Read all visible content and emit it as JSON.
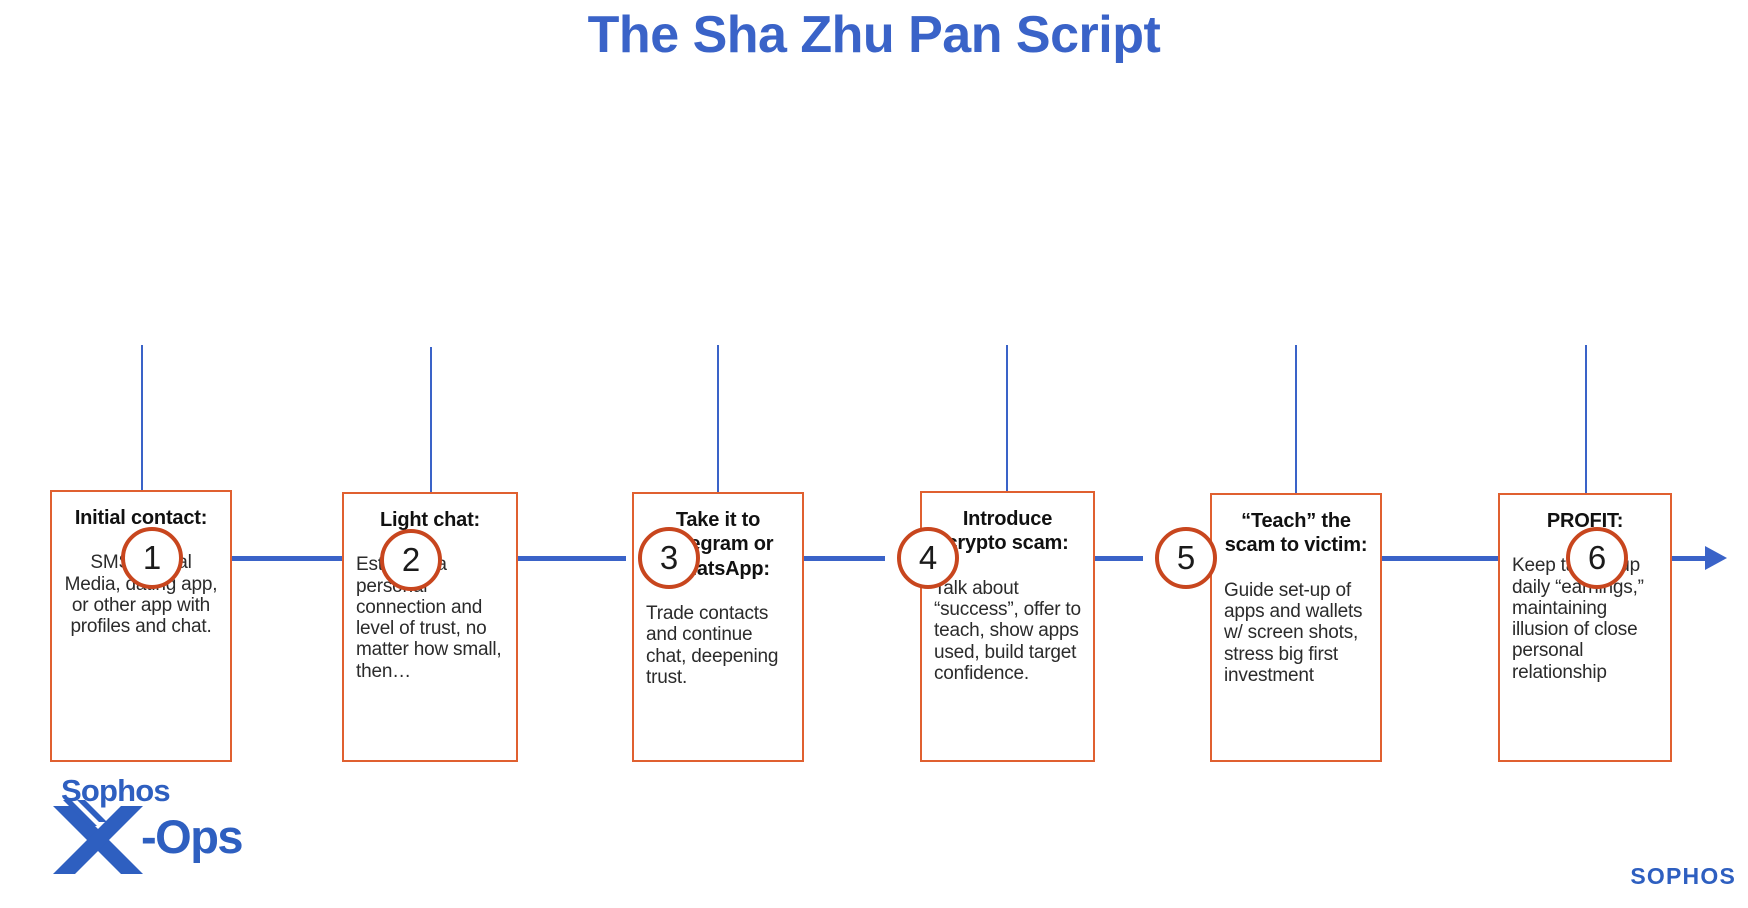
{
  "page": {
    "title": "The Sha Zhu Pan Script",
    "title_color": "#3a63c8",
    "background_color": "#ffffff"
  },
  "timeline": {
    "line_color": "#3a63c8",
    "node_border_color": "#c8461e",
    "node_fill_color": "#ffffff",
    "arrow_direction": "right",
    "nodes": [
      {
        "label": "1"
      },
      {
        "label": "2"
      },
      {
        "label": "3"
      },
      {
        "label": "4"
      },
      {
        "label": "5"
      },
      {
        "label": "6"
      }
    ]
  },
  "steps": [
    {
      "number": "1",
      "heading": "Initial contact:",
      "body": "SMS, Social Media, dating app, or other app with profiles and chat.",
      "body_align": "centered",
      "border_color": "#e06030"
    },
    {
      "number": "2",
      "heading": "Light chat:",
      "body": "Establish a personal connection and level of trust, no matter how small, then…",
      "body_align": "left",
      "border_color": "#e06030"
    },
    {
      "number": "3",
      "heading": "Take it to Telegram or WhatsApp:",
      "body": "Trade contacts and continue chat, deepening trust.",
      "body_align": "left",
      "border_color": "#e06030"
    },
    {
      "number": "4",
      "heading": "Introduce crypto scam:",
      "body": "Talk about “success”, offer to teach, show apps used, build target confidence.",
      "body_align": "left",
      "border_color": "#e06030"
    },
    {
      "number": "5",
      "heading": "“Teach” the scam to victim:",
      "body": "Guide set-up of apps and wallets w/ screen shots, stress big first investment",
      "body_align": "left",
      "border_color": "#e06030"
    },
    {
      "number": "6",
      "heading": "PROFIT:",
      "body": "Keep talking up daily “earnings,” maintaining illusion of close personal relationship",
      "body_align": "left",
      "border_color": "#e06030"
    }
  ],
  "branding": {
    "xops_sophos_word": "Sophos",
    "xops_ops_word": "-Ops",
    "corner_wordmark": "SOPHOS",
    "brand_color": "#2e5fc0"
  }
}
